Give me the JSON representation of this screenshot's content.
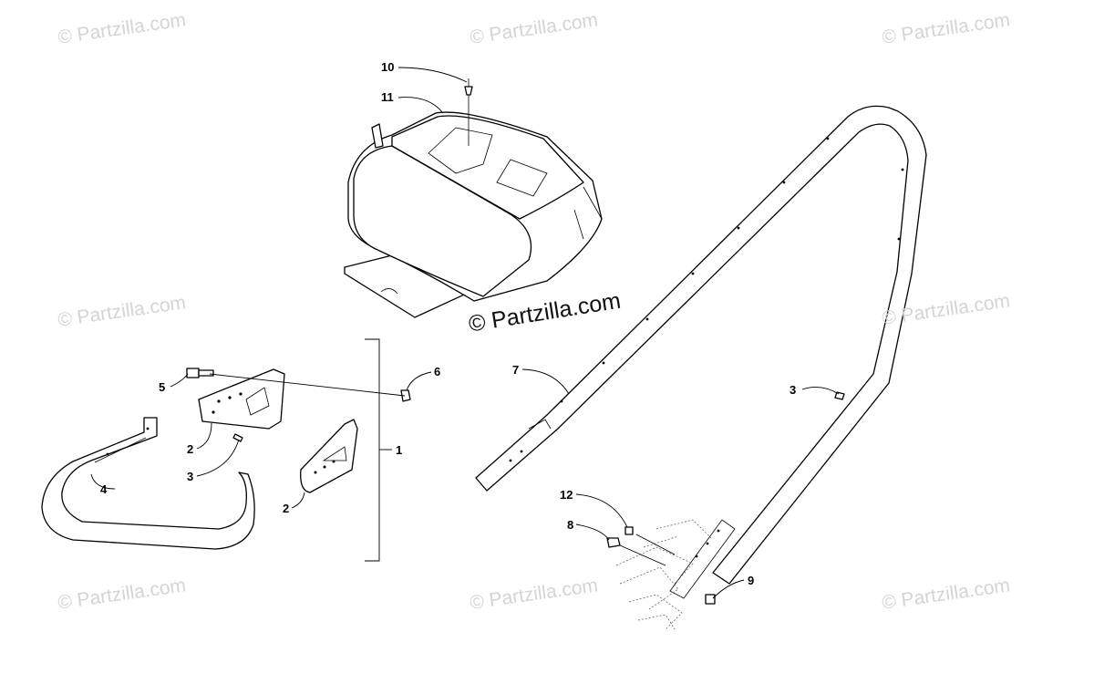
{
  "watermarks": [
    "© Partzilla.com",
    "© Partzilla.com",
    "© Partzilla.com",
    "© Partzilla.com",
    "© Partzilla.com",
    "© Partzilla.com",
    "© Partzilla.com",
    "© Partzilla.com"
  ],
  "center_watermark": "© Partzilla.com",
  "callouts": [
    "10",
    "11",
    "6",
    "5",
    "2",
    "3",
    "4",
    "2",
    "1",
    "7",
    "3",
    "12",
    "8",
    "9"
  ]
}
